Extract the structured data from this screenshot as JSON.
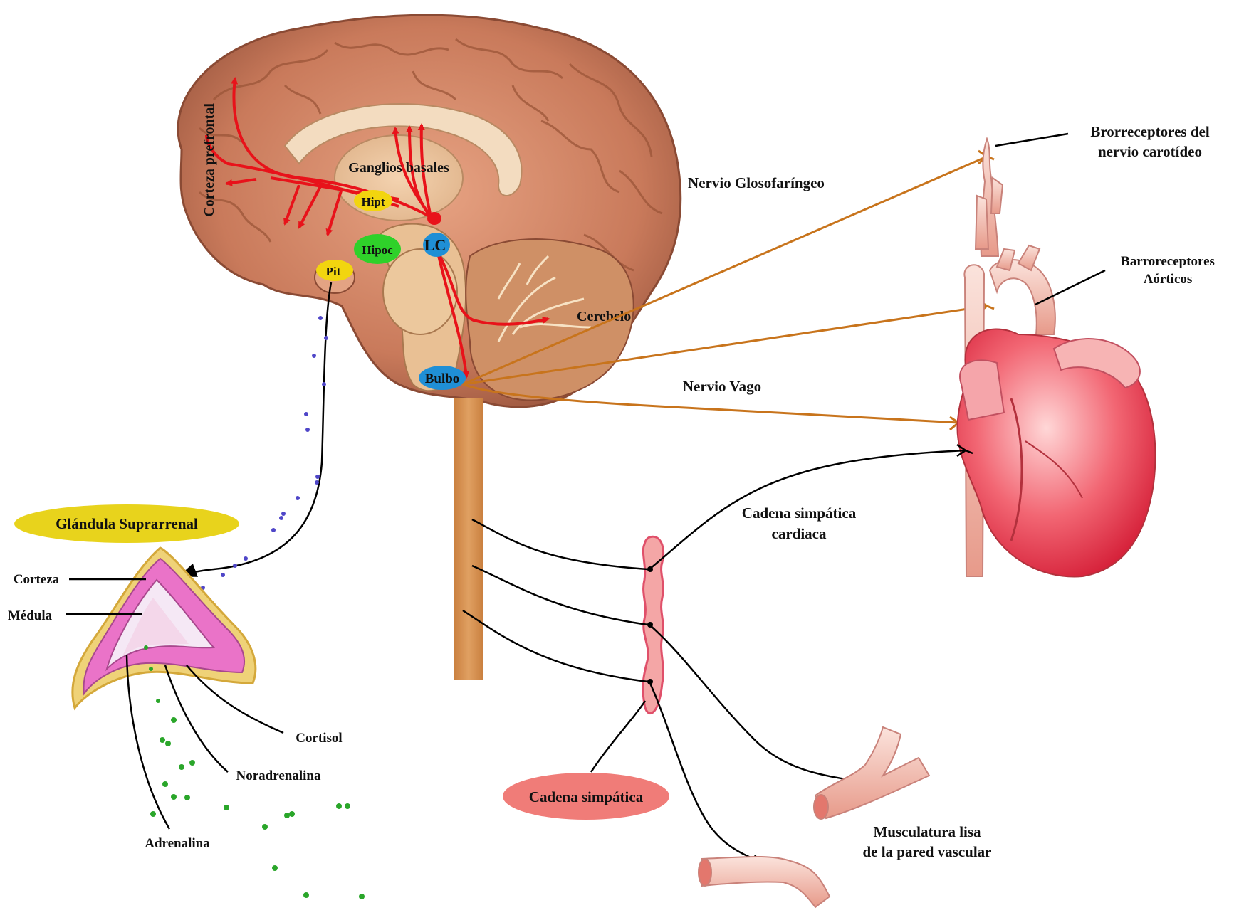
{
  "labels": {
    "corteza_prefrontal": "Corteza prefrontal",
    "ganglios_basales": "Ganglios basales",
    "hipt": "Hipt",
    "hipoc": "Hipoc",
    "pit": "Pit",
    "lc": "LC",
    "cerebelo": "Cerebelo",
    "bulbo": "Bulbo",
    "nervio_glosofaringeo": "Nervio Glosofaríngeo",
    "nervio_vago": "Nervio Vago",
    "baro_carotid_line1": "Brorreceptores del",
    "baro_carotid_line2": "nervio carotídeo",
    "baro_aortic_line1": "Barroreceptores",
    "baro_aortic_line2": "Aórticos",
    "cadena_cardiaca_line1": "Cadena simpática",
    "cadena_cardiaca_line2": "cardiaca",
    "cadena_simpatica": "Cadena simpática",
    "glandula_suprarrenal": "Glándula Suprarrenal",
    "corteza": "Corteza",
    "medula": "Médula",
    "cortisol": "Cortisol",
    "noradrenalina": "Noradrenalina",
    "adrenalina": "Adrenalina",
    "musculatura_line1": "Musculatura lisa",
    "musculatura_line2": "de la pared vascular"
  },
  "colors": {
    "hypothalamus_badge": "#f2d50f",
    "hippocampus_badge": "#2fd12a",
    "locus_badge": "#1f8fd6",
    "gland_badge": "#e8d31c",
    "chain_badge": "#f07c78",
    "pathway_red": "#e8121a",
    "nerve_orange": "#c8741c",
    "spinal_cord": "#d9944f"
  }
}
